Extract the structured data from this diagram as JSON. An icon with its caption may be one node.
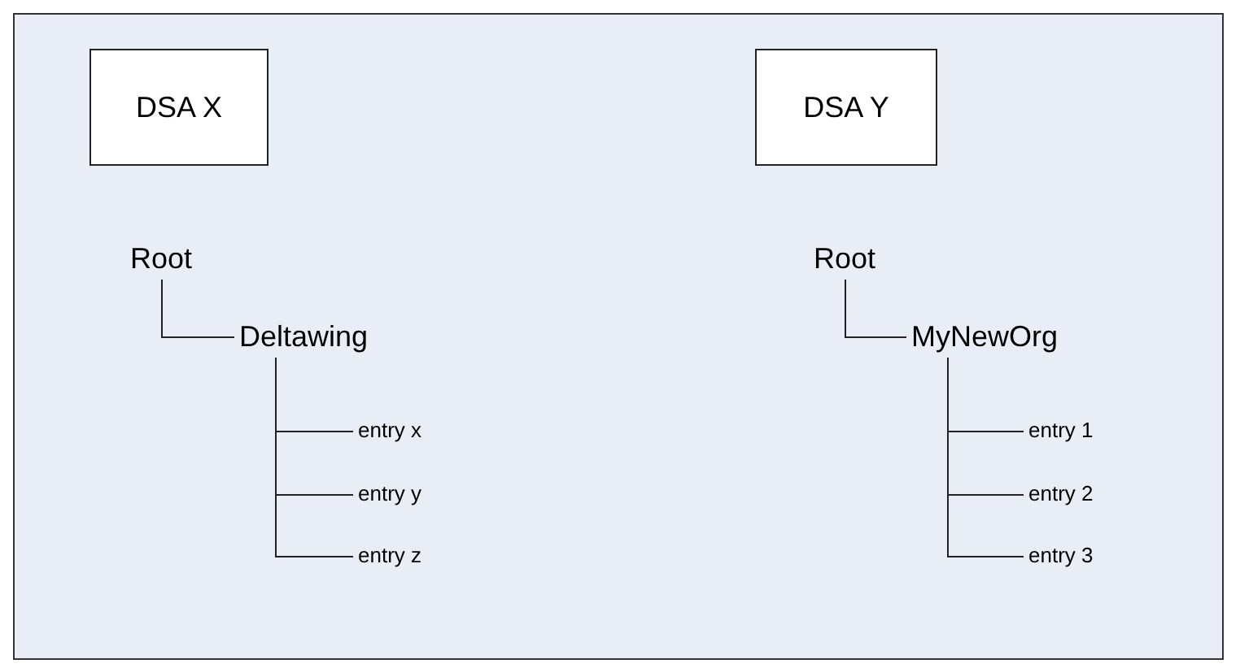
{
  "diagram": {
    "nodes": [
      {
        "text": [
          "DSA X"
        ]
      },
      {
        "text": [
          "Root"
        ]
      },
      {
        "text": [
          "Deltawing"
        ]
      },
      {
        "text": [
          "entry x"
        ]
      },
      {
        "text": [
          "entry y"
        ]
      },
      {
        "text": [
          "entry z"
        ]
      },
      {
        "text": [
          "DSA Y"
        ]
      },
      {
        "text": [
          "Root"
        ]
      },
      {
        "text": [
          "MyNewOrg"
        ]
      },
      {
        "text": [
          "entry 1"
        ]
      },
      {
        "text": [
          "entry 2"
        ]
      },
      {
        "text": [
          "entry 3"
        ]
      }
    ],
    "edges": [
      {
        "from": 1,
        "to": 2,
        "arrow": "none"
      },
      {
        "from": 2,
        "to": 3,
        "arrow": "none"
      },
      {
        "from": 2,
        "to": 4,
        "arrow": "none"
      },
      {
        "from": 2,
        "to": 5,
        "arrow": "none"
      },
      {
        "from": 7,
        "to": 8,
        "arrow": "none"
      },
      {
        "from": 8,
        "to": 9,
        "arrow": "none"
      },
      {
        "from": 8,
        "to": 10,
        "arrow": "none"
      },
      {
        "from": 8,
        "to": 11,
        "arrow": "none"
      }
    ]
  }
}
